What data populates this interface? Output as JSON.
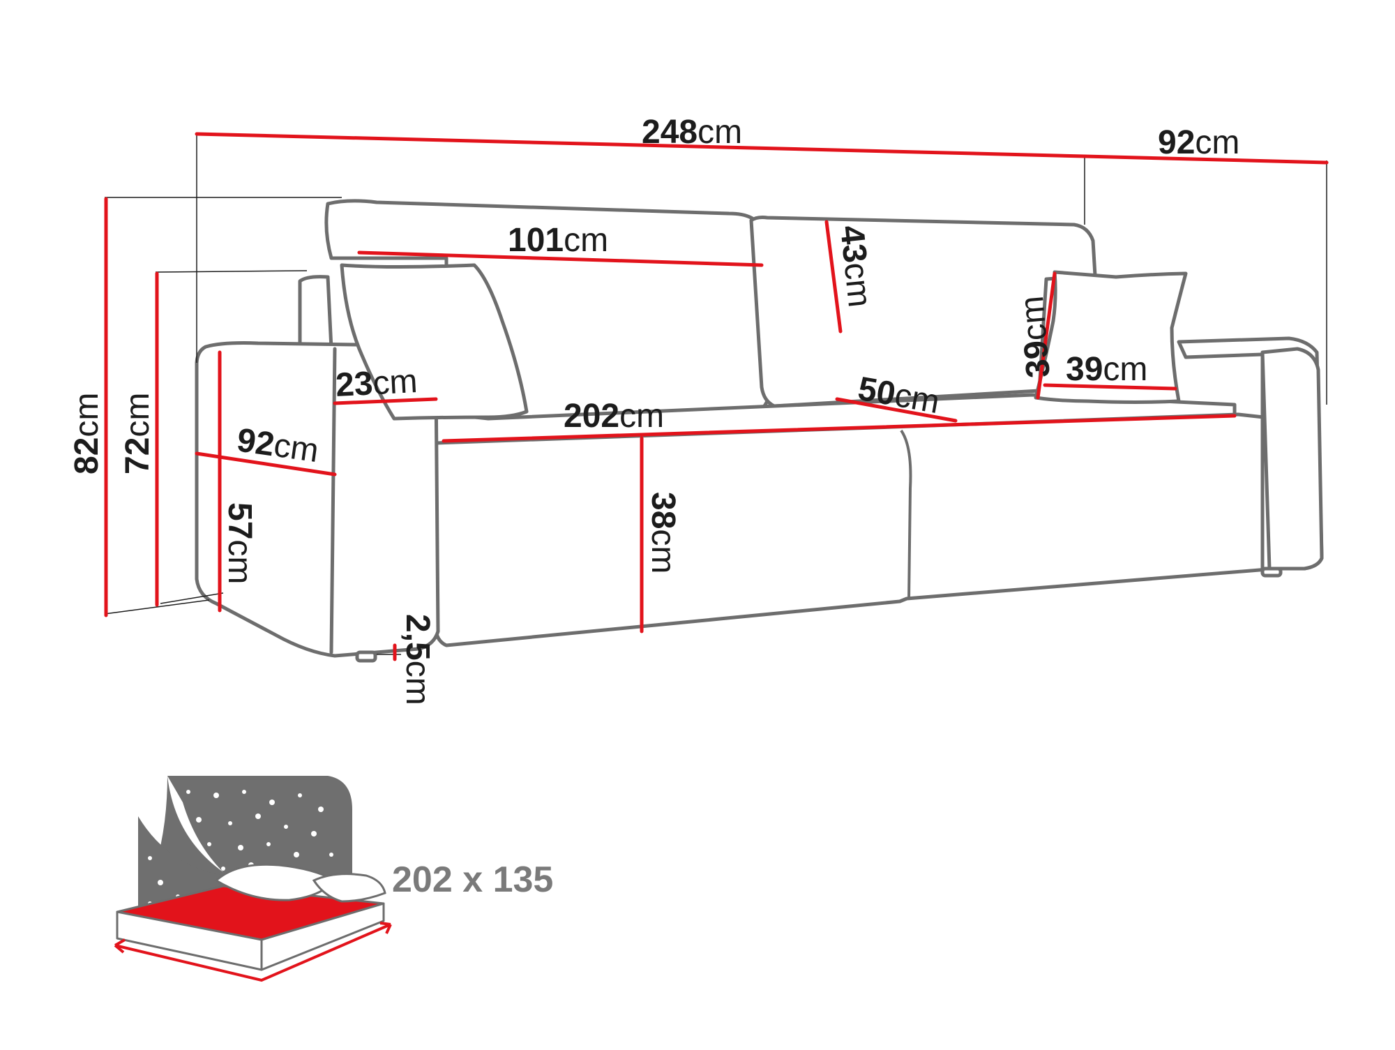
{
  "unit": "cm",
  "colors": {
    "dimension_line": "#e2131b",
    "outline": "#6d6d6d",
    "bed_mattress": "#e2131b",
    "bed_backdrop": "#6f6f6f",
    "bed_text": "#7a7a7a"
  },
  "dimensions": {
    "overall_width": "248",
    "overall_depth": "92",
    "total_height": "82",
    "armrest_height": "72",
    "armrest_inner_height": "57",
    "armrest_depth": "92",
    "armrest_width": "23",
    "backrest_width": "101",
    "backrest_height": "43",
    "seat_width": "202",
    "seat_depth": "50",
    "seat_height": "38",
    "leg_height": "2,5",
    "pillow_height": "39",
    "pillow_width": "39"
  },
  "bed": {
    "size_label": "202 x 135"
  }
}
